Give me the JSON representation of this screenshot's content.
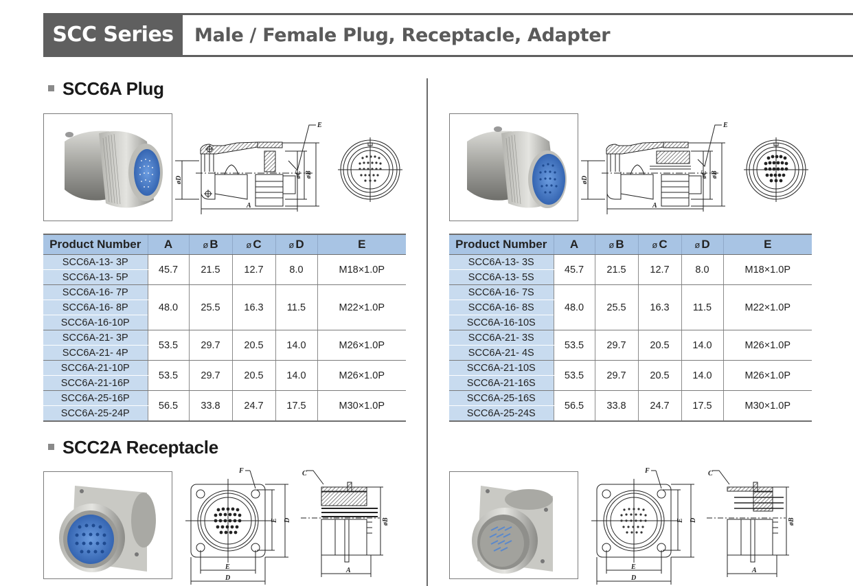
{
  "header": {
    "series": "SCC Series",
    "subtitle": "Male / Female Plug, Receptacle, Adapter"
  },
  "sections": {
    "plug": {
      "title": "SCC6A Plug"
    },
    "receptacle": {
      "title": "SCC2A Receptacle"
    }
  },
  "drawing_labels": {
    "plug": {
      "A": "A",
      "B": "øB",
      "C": "øC",
      "D": "øD",
      "E": "E"
    },
    "receptacle": {
      "A": "A",
      "B": "øB",
      "C": "C",
      "D": "D",
      "E": "E",
      "F": "F"
    }
  },
  "table_columns": {
    "product_number": "Product Number",
    "a": "A",
    "b_sym": "ø",
    "b": "B",
    "c_sym": "ø",
    "c": "C",
    "d_sym": "ø",
    "d": "D",
    "e": "E"
  },
  "tables": {
    "male": {
      "groups": [
        {
          "parts": [
            "SCC6A-13- 3P",
            "SCC6A-13- 5P"
          ],
          "A": "45.7",
          "B": "21.5",
          "C": "12.7",
          "D": "8.0",
          "E": "M18×1.0P"
        },
        {
          "parts": [
            "SCC6A-16- 7P",
            "SCC6A-16- 8P",
            "SCC6A-16-10P"
          ],
          "A": "48.0",
          "B": "25.5",
          "C": "16.3",
          "D": "11.5",
          "E": "M22×1.0P"
        },
        {
          "parts": [
            "SCC6A-21- 3P",
            "SCC6A-21- 4P"
          ],
          "A": "53.5",
          "B": "29.7",
          "C": "20.5",
          "D": "14.0",
          "E": "M26×1.0P"
        },
        {
          "parts": [
            "SCC6A-21-10P",
            "SCC6A-21-16P"
          ],
          "A": "53.5",
          "B": "29.7",
          "C": "20.5",
          "D": "14.0",
          "E": "M26×1.0P"
        },
        {
          "parts": [
            "SCC6A-25-16P",
            "SCC6A-25-24P"
          ],
          "A": "56.5",
          "B": "33.8",
          "C": "24.7",
          "D": "17.5",
          "E": "M30×1.0P"
        }
      ]
    },
    "female": {
      "groups": [
        {
          "parts": [
            "SCC6A-13- 3S",
            "SCC6A-13- 5S"
          ],
          "A": "45.7",
          "B": "21.5",
          "C": "12.7",
          "D": "8.0",
          "E": "M18×1.0P"
        },
        {
          "parts": [
            "SCC6A-16- 7S",
            "SCC6A-16- 8S",
            "SCC6A-16-10S"
          ],
          "A": "48.0",
          "B": "25.5",
          "C": "16.3",
          "D": "11.5",
          "E": "M22×1.0P"
        },
        {
          "parts": [
            "SCC6A-21- 3S",
            "SCC6A-21- 4S"
          ],
          "A": "53.5",
          "B": "29.7",
          "C": "20.5",
          "D": "14.0",
          "E": "M26×1.0P"
        },
        {
          "parts": [
            "SCC6A-21-10S",
            "SCC6A-21-16S"
          ],
          "A": "53.5",
          "B": "29.7",
          "C": "20.5",
          "D": "14.0",
          "E": "M26×1.0P"
        },
        {
          "parts": [
            "SCC6A-25-16S",
            "SCC6A-25-24S"
          ],
          "A": "56.5",
          "B": "33.8",
          "C": "24.7",
          "D": "17.5",
          "E": "M30×1.0P"
        }
      ]
    }
  },
  "colors": {
    "header_band": "#5f5f5f",
    "table_header": "#a8c4e4",
    "part_cell": "#c8dbef",
    "contact_insert": "#3f7fd0"
  }
}
